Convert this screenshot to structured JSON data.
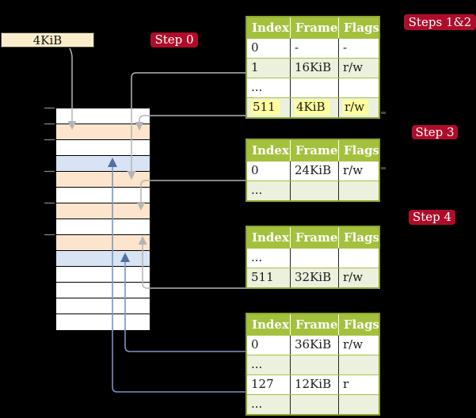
{
  "diagram": {
    "frame_size_label": "4KiB",
    "badges": {
      "step0": "Step 0",
      "steps12": "Steps 1&2",
      "step3": "Step 3",
      "step4": "Step 4"
    }
  },
  "memory_column": {
    "rows": [
      {
        "color": "white"
      },
      {
        "color": "peach"
      },
      {
        "color": "white"
      },
      {
        "color": "blue"
      },
      {
        "color": "peach"
      },
      {
        "color": "white"
      },
      {
        "color": "peach"
      },
      {
        "color": "white"
      },
      {
        "color": "peach"
      },
      {
        "color": "blue"
      },
      {
        "color": "white"
      },
      {
        "color": "white"
      },
      {
        "color": "white"
      },
      {
        "color": "white"
      }
    ]
  },
  "tables": [
    {
      "id": "page-table-steps-1-2",
      "headers": [
        "Index",
        "Frame",
        "Flags"
      ],
      "rows": [
        {
          "cells": [
            "0",
            "-",
            "-"
          ],
          "shaded": false,
          "highlighted": false
        },
        {
          "cells": [
            "1",
            "16KiB",
            "r/w"
          ],
          "shaded": true,
          "highlighted": false
        },
        {
          "cells": [
            "...",
            "",
            ""
          ],
          "shaded": false,
          "highlighted": false
        },
        {
          "cells": [
            "511",
            "4KiB",
            "r/w"
          ],
          "shaded": true,
          "highlighted": true
        }
      ]
    },
    {
      "id": "page-table-step-3",
      "headers": [
        "Index",
        "Frame",
        "Flags"
      ],
      "rows": [
        {
          "cells": [
            "0",
            "24KiB",
            "r/w"
          ],
          "shaded": false,
          "highlighted": false
        },
        {
          "cells": [
            "...",
            "",
            ""
          ],
          "shaded": true,
          "highlighted": false
        }
      ]
    },
    {
      "id": "page-table-step-4",
      "headers": [
        "Index",
        "Frame",
        "Flags"
      ],
      "rows": [
        {
          "cells": [
            "...",
            "",
            ""
          ],
          "shaded": false,
          "highlighted": false
        },
        {
          "cells": [
            "511",
            "32KiB",
            "r/w"
          ],
          "shaded": true,
          "highlighted": false
        }
      ]
    },
    {
      "id": "page-table-leaf",
      "headers": [
        "Index",
        "Frame",
        "Flags"
      ],
      "rows": [
        {
          "cells": [
            "0",
            "36KiB",
            "r/w"
          ],
          "shaded": false,
          "highlighted": false
        },
        {
          "cells": [
            "...",
            "",
            ""
          ],
          "shaded": true,
          "highlighted": false
        },
        {
          "cells": [
            "127",
            "12KiB",
            "r"
          ],
          "shaded": false,
          "highlighted": false
        },
        {
          "cells": [
            "...",
            "",
            ""
          ],
          "shaded": true,
          "highlighted": false
        }
      ]
    }
  ],
  "colors": {
    "background": "#000000",
    "badge": "#ad0d2b",
    "table_header": "#a4c13e",
    "table_border": "#8ea62f",
    "row_shaded": "#ecf1dd",
    "highlight": "#ffff9c",
    "frame_peach": "#fce5cc",
    "frame_blue": "#d8e4f3",
    "frame_label_box": "#faeeca",
    "connector_gray": "#b4b4b4",
    "connector_blue": "#7a94c0",
    "arrow_blue": "#50719f",
    "tick_gray": "#8a8a8a"
  }
}
